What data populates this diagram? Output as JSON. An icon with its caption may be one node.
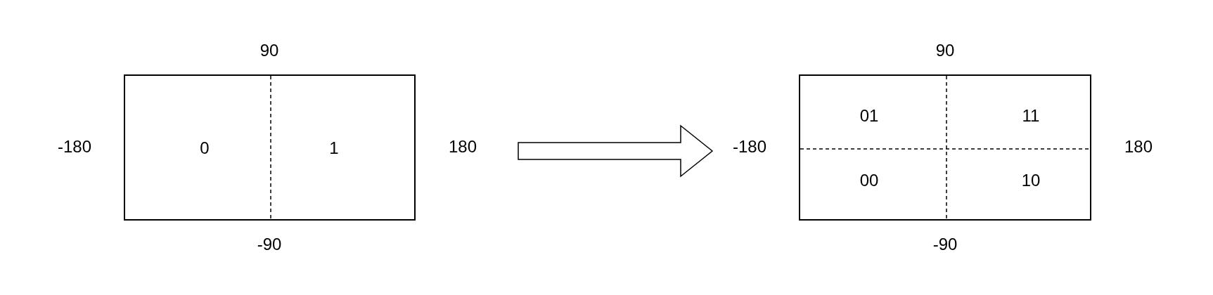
{
  "diagram": {
    "nodes": [
      {
        "text": [],
        "shape": "box",
        "beside": [
          "90",
          "-180",
          "180",
          "-90"
        ]
      },
      {
        "text": [
          "0"
        ],
        "in": 0
      },
      {
        "text": [
          "1"
        ],
        "in": 0
      },
      {
        "text": [],
        "shape": "box",
        "beside": [
          "90",
          "-180",
          "180",
          "-90"
        ]
      },
      {
        "text": [
          "01"
        ],
        "in": 3
      },
      {
        "text": [
          "11"
        ],
        "in": 3
      },
      {
        "text": [
          "00"
        ],
        "in": 3
      },
      {
        "text": [
          "10"
        ],
        "in": 3
      }
    ],
    "edges": [
      {
        "from": 0,
        "to": 3,
        "arrow": "to"
      }
    ]
  }
}
